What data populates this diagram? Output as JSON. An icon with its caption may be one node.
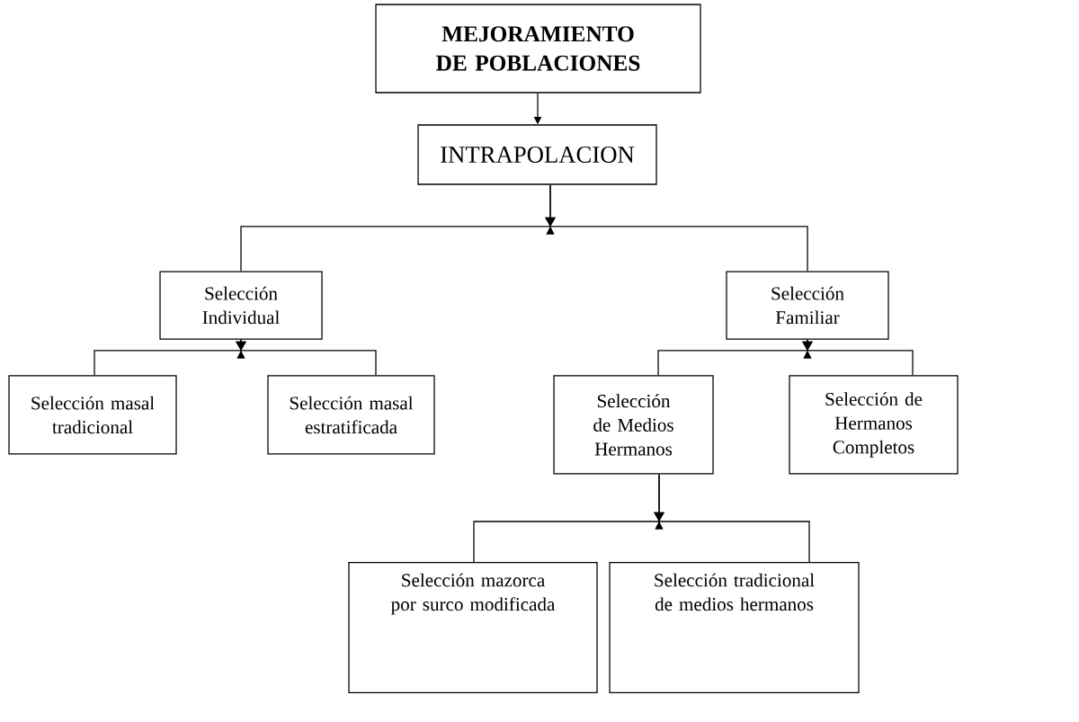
{
  "diagram": {
    "nodes": [
      {
        "text": [
          "MEJORAMIENTO DE POBLACIONES"
        ]
      },
      {
        "text": [
          "INTRAPOLACION"
        ]
      },
      {
        "text": [
          "Selección Individual"
        ]
      },
      {
        "text": [
          "Selección Familiar"
        ]
      },
      {
        "text": [
          "Selección masal tradicional"
        ]
      },
      {
        "text": [
          "Selección masal estratificada"
        ]
      },
      {
        "text": [
          "Selección de Medios Hermanos"
        ]
      },
      {
        "text": [
          "Selección de Hermanos Completos"
        ]
      },
      {
        "text": [
          "Selección mazorca por surco modificada"
        ]
      },
      {
        "text": [
          "Selección tradicional de medios hermanos"
        ]
      }
    ],
    "edges": [
      {
        "from": 0,
        "to": 1,
        "arrow": "to"
      },
      {
        "from": 1,
        "to": 2,
        "arrow": "to"
      },
      {
        "from": 1,
        "to": 3,
        "arrow": "to"
      },
      {
        "from": 2,
        "to": 4,
        "arrow": "to"
      },
      {
        "from": 2,
        "to": 5,
        "arrow": "to"
      },
      {
        "from": 3,
        "to": 6,
        "arrow": "to"
      },
      {
        "from": 3,
        "to": 7,
        "arrow": "to"
      },
      {
        "from": 6,
        "to": 8,
        "arrow": "to"
      },
      {
        "from": 6,
        "to": 9,
        "arrow": "to"
      }
    ]
  }
}
